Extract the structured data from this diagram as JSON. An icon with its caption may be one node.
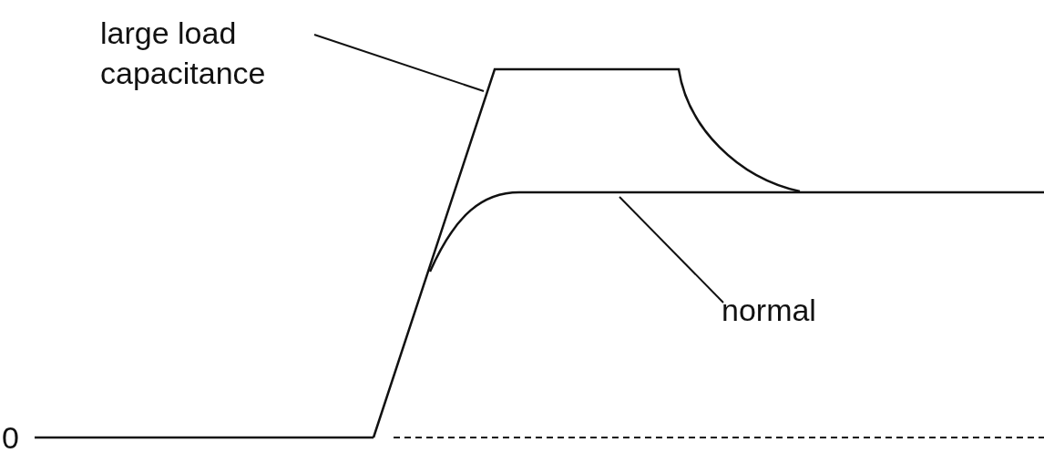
{
  "diagram": {
    "nodes": [
      {
        "text": [
          "large load capacitance"
        ]
      },
      {
        "text": [],
        "shape": "line"
      },
      {
        "text": [
          "normal"
        ]
      },
      {
        "text": [],
        "shape": "line"
      }
    ],
    "edges": [
      {
        "from": 0,
        "to": 1,
        "arrow": "none"
      },
      {
        "from": 2,
        "to": 3,
        "arrow": "none"
      }
    ],
    "labels": [
      "0"
    ]
  }
}
